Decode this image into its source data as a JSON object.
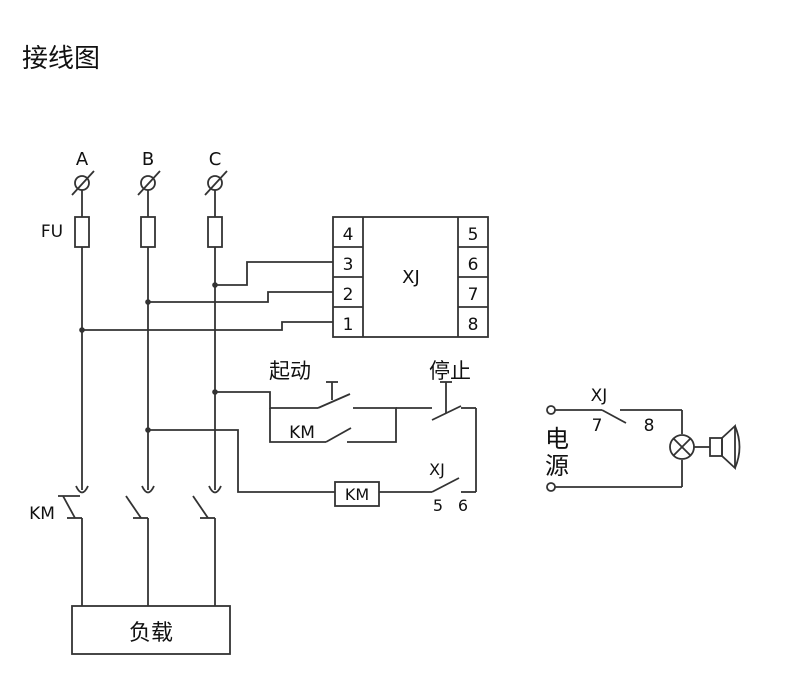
{
  "title": "接线图",
  "phases": [
    "A",
    "B",
    "C"
  ],
  "fuse_label": "FU",
  "relay": {
    "name": "XJ",
    "left_terminals": [
      "4",
      "3",
      "2",
      "1"
    ],
    "right_terminals": [
      "5",
      "6",
      "7",
      "8"
    ]
  },
  "control": {
    "start_label": "起动",
    "stop_label": "停止",
    "holding_contact_label": "KM",
    "coil_label": "KM",
    "relay_contact_label": "XJ",
    "relay_contact_pins": [
      "5",
      "6"
    ]
  },
  "main_contact_label": "KM",
  "load_label": "负载",
  "alarm": {
    "contact_label": "XJ",
    "contact_pins": [
      "7",
      "8"
    ],
    "power_label": [
      "电",
      "源"
    ]
  },
  "colors": {
    "line": "#333333",
    "text": "#111111"
  }
}
